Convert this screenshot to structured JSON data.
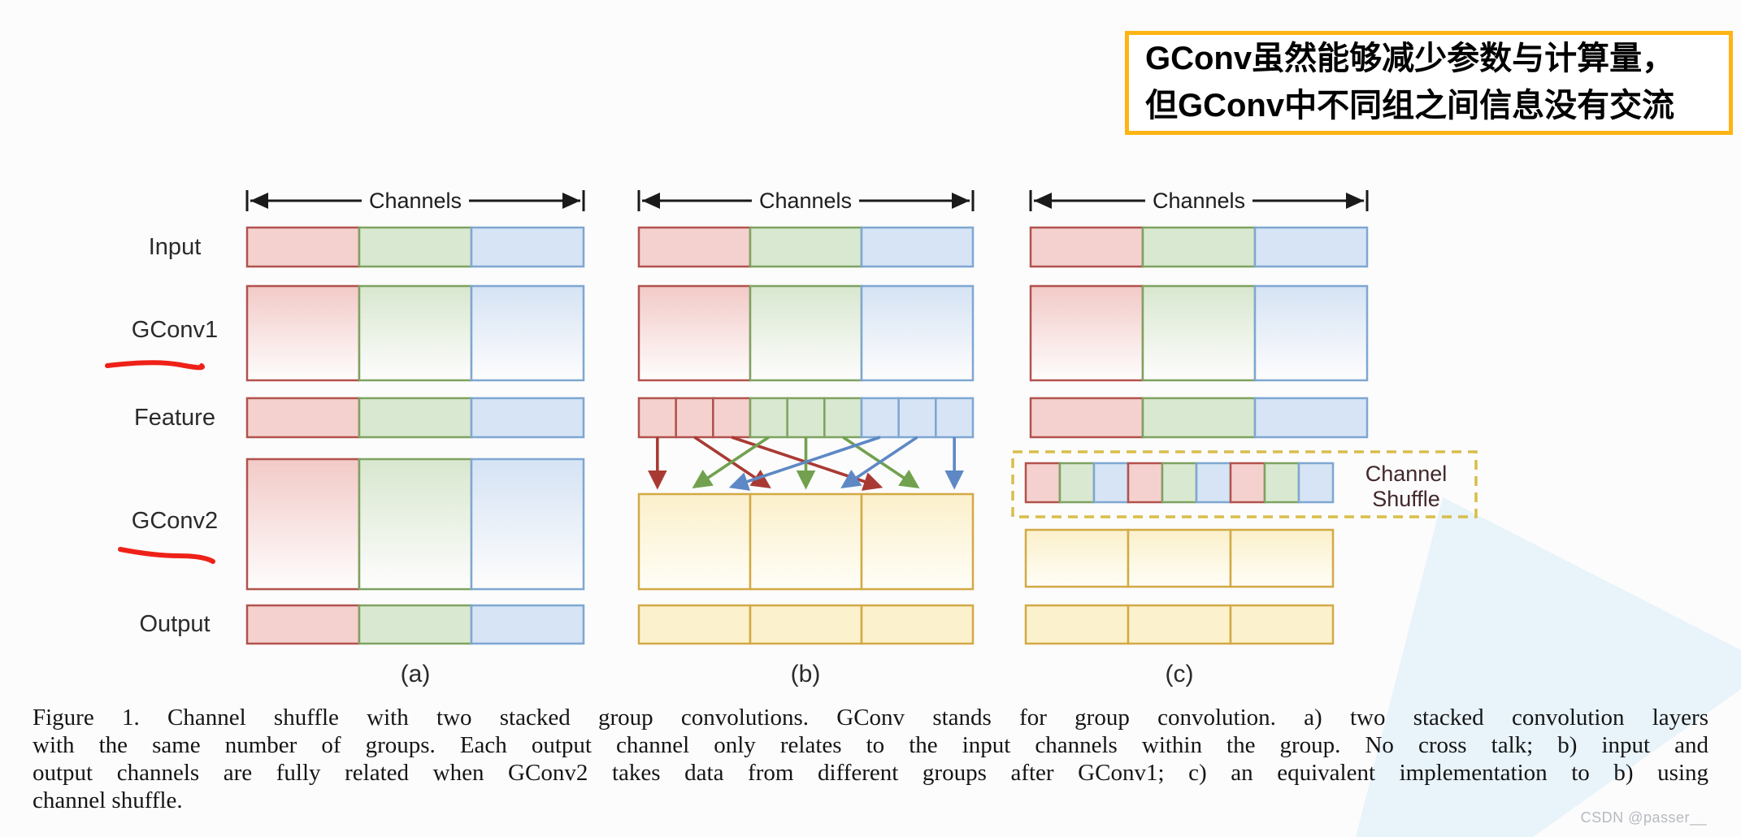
{
  "annotation_box": {
    "lines": [
      "GConv虽然能够减少参数与计算量，",
      "但GConv中不同组之间信息没有交流"
    ],
    "border_color": "#fdb414"
  },
  "figure": {
    "channels_label": "Channels",
    "row_labels": [
      "Input",
      "GConv1",
      "Feature",
      "GConv2",
      "Output"
    ],
    "panel_labels": [
      "(a)",
      "(b)",
      "(c)"
    ],
    "channel_shuffle_label": [
      "Channel",
      "Shuffle"
    ],
    "group_colors": [
      {
        "name": "red",
        "fill": "#f4d1ce",
        "border": "#b2524d",
        "grad_top": "#f2cac7",
        "arrow": "#a93a33"
      },
      {
        "name": "green",
        "fill": "#d9e8d0",
        "border": "#7ea261",
        "grad_top": "#d8e7cf",
        "arrow": "#71a14e"
      },
      {
        "name": "blue",
        "fill": "#d7e4f5",
        "border": "#7ea7d2",
        "grad_top": "#d5e3f4",
        "arrow": "#5e88c5"
      }
    ],
    "yellow": {
      "fill": "#fcf1cd",
      "border": "#d2a945",
      "grad_top": "#fbf0cb"
    },
    "dashed_box_color": "#d9bd4b",
    "shuffle_order": [
      0,
      1,
      2,
      0,
      1,
      2,
      0,
      1,
      2
    ],
    "arrows": [
      {
        "from": 0,
        "to": 0,
        "color": 0
      },
      {
        "from": 1,
        "to": 3,
        "color": 0
      },
      {
        "from": 2,
        "to": 6,
        "color": 0
      },
      {
        "from": 3,
        "to": 1,
        "color": 1
      },
      {
        "from": 4,
        "to": 4,
        "color": 1
      },
      {
        "from": 5,
        "to": 7,
        "color": 1
      },
      {
        "from": 6,
        "to": 2,
        "color": 2
      },
      {
        "from": 7,
        "to": 5,
        "color": 2
      },
      {
        "from": 8,
        "to": 8,
        "color": 2
      }
    ],
    "red_annotation_color": "#ee2118",
    "triangle_watermark_color": "#e8f3fa"
  },
  "caption": {
    "lines": [
      "Figure 1. Channel shuffle with two stacked group convolutions. GConv stands for group convolution. a) two stacked convolution layers",
      "with the same number of groups. Each output channel only relates to the input channels within the group. No cross talk; b) input and",
      "output channels are fully related when GConv2 takes data from different groups after GConv1; c) an equivalent implementation to b) using",
      "channel shuffle."
    ]
  },
  "watermark": "CSDN @passer__"
}
